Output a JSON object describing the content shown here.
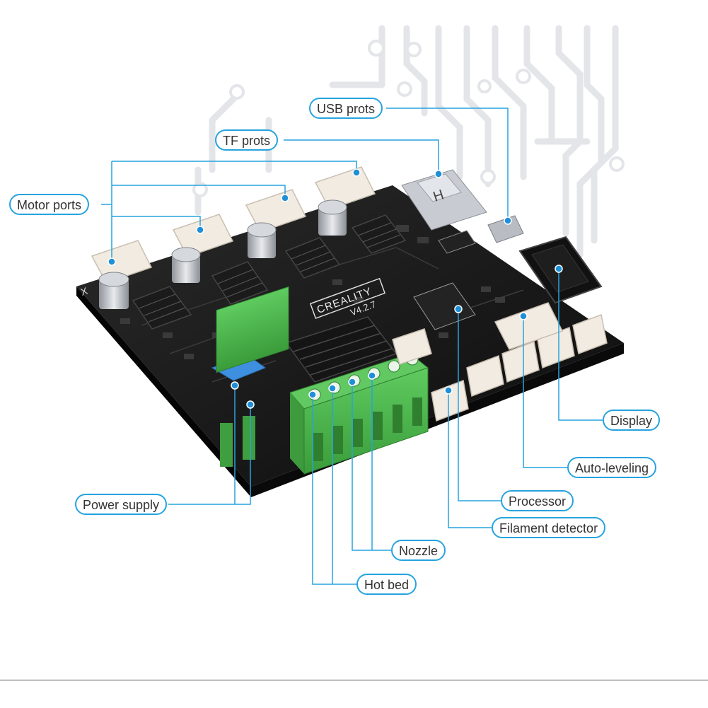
{
  "labels": {
    "usb": "USB prots",
    "tf": "TF prots",
    "motor": "Motor ports",
    "display": "Display",
    "auto_leveling": "Auto-leveling",
    "processor": "Processor",
    "filament": "Filament detector",
    "nozzle": "Nozzle",
    "hotbed": "Hot bed",
    "power": "Power supply"
  },
  "board": {
    "brand": "CREALITY",
    "version": "V4.2.7",
    "axis_mark": "X"
  },
  "colors": {
    "callout": "#27a3df",
    "dot": "#1f8fd8",
    "board": "#151515",
    "heatsink": "#1b1b1b",
    "terminal_green": "#4cb84c",
    "connector": "#f2ebe2",
    "capacitor": "#c9ccd1",
    "circuit_bg": "#e4e6ea"
  }
}
